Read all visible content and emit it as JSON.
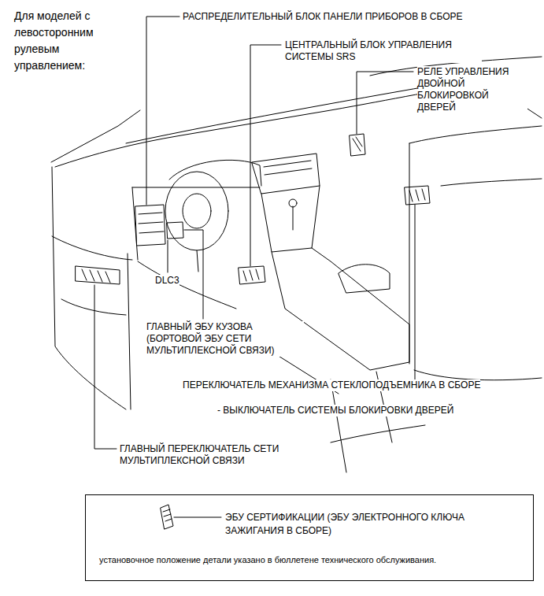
{
  "diagram": {
    "nodes": [
      {
        "text": [
          "ЭБУ СЕРТИФИКАЦИИ (ЭБУ ЭЛЕКТРОННОГО КЛЮЧА ЗАЖИГАНИЯ В СБОРЕ)",
          "установочное положение детали указано в бюллетене технического обслуживания."
        ]
      }
    ],
    "labels": [
      "Для моделей с левосторонним рулевым управлением:",
      "РАСПРЕДЕЛИТЕЛЬНЫЙ БЛОК ПАНЕЛИ ПРИБОРОВ В СБОРЕ",
      "ЦЕНТРАЛЬНЫЙ БЛОК УПРАВЛЕНИЯ СИСТЕМЫ SRS",
      "РЕЛЕ УПРАВЛЕНИЯ ДВОЙНОЙ БЛОКИРОВКОЙ ДВЕРЕЙ",
      "DLC3",
      "ГЛАВНЫЙ ЭБУ КУЗОВА (БОРТОВОЙ ЭБУ СЕТИ МУЛЬТИПЛЕКСНОЙ СВЯЗИ)",
      "ПЕРЕКЛЮЧАТЕЛЬ МЕХАНИЗМА СТЕКЛОПОДЪЕМНИКА В СБОРЕ",
      "- ВЫКЛЮЧАТЕЛЬ СИСТЕМЫ БЛОКИРОВКИ ДВЕРЕЙ",
      "ГЛАВНЫЙ ПЕРЕКЛЮЧАТЕЛЬ СЕТИ МУЛЬТИПЛЕКСНОЙ СВЯЗИ"
    ]
  }
}
